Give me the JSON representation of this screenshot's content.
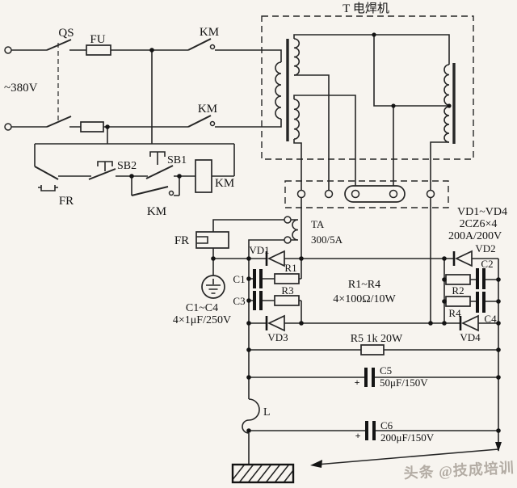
{
  "power": {
    "qs_label": "QS",
    "fu_label": "FU",
    "km_top_label": "KM",
    "km_bottom_label": "KM",
    "voltage_label": "~380V"
  },
  "transformer": {
    "title": "T 电焊机"
  },
  "control": {
    "fr_contact_label": "FR",
    "sb2_label": "SB2",
    "sb1_label": "SB1",
    "km_aux_label": "KM",
    "km_coil_label": "KM"
  },
  "current_transformer": {
    "name": "TA",
    "rating": "300/5A",
    "fr_heater_label": "FR"
  },
  "rectifier": {
    "group_label": "VD1~VD4",
    "model": "2CZ6×4",
    "rating": "200A/200V",
    "vd1": "VD1",
    "vd2": "VD2",
    "vd3": "VD3",
    "vd4": "VD4"
  },
  "capacitors": {
    "group_label": "C1~C4",
    "group_value": "4×1μF/250V",
    "c1": "C1",
    "c2": "C2",
    "c3": "C3",
    "c4": "C4",
    "c5": "C5",
    "c5_value": "50μF/150V",
    "c6": "C6",
    "c6_value": "200μF/150V",
    "polarity_mark": "+"
  },
  "resistors": {
    "group_label": "R1~R4",
    "group_value": "4×100Ω/10W",
    "r1": "R1",
    "r2": "R2",
    "r3": "R3",
    "r4": "R4",
    "r5": "R5 1k 20W"
  },
  "inductor": {
    "label": "L"
  },
  "watermark": {
    "text": "头条 @技成培训"
  },
  "colors": {
    "line": "#262626",
    "background": "#f7f4ef",
    "watermark": "#b3aca4"
  }
}
